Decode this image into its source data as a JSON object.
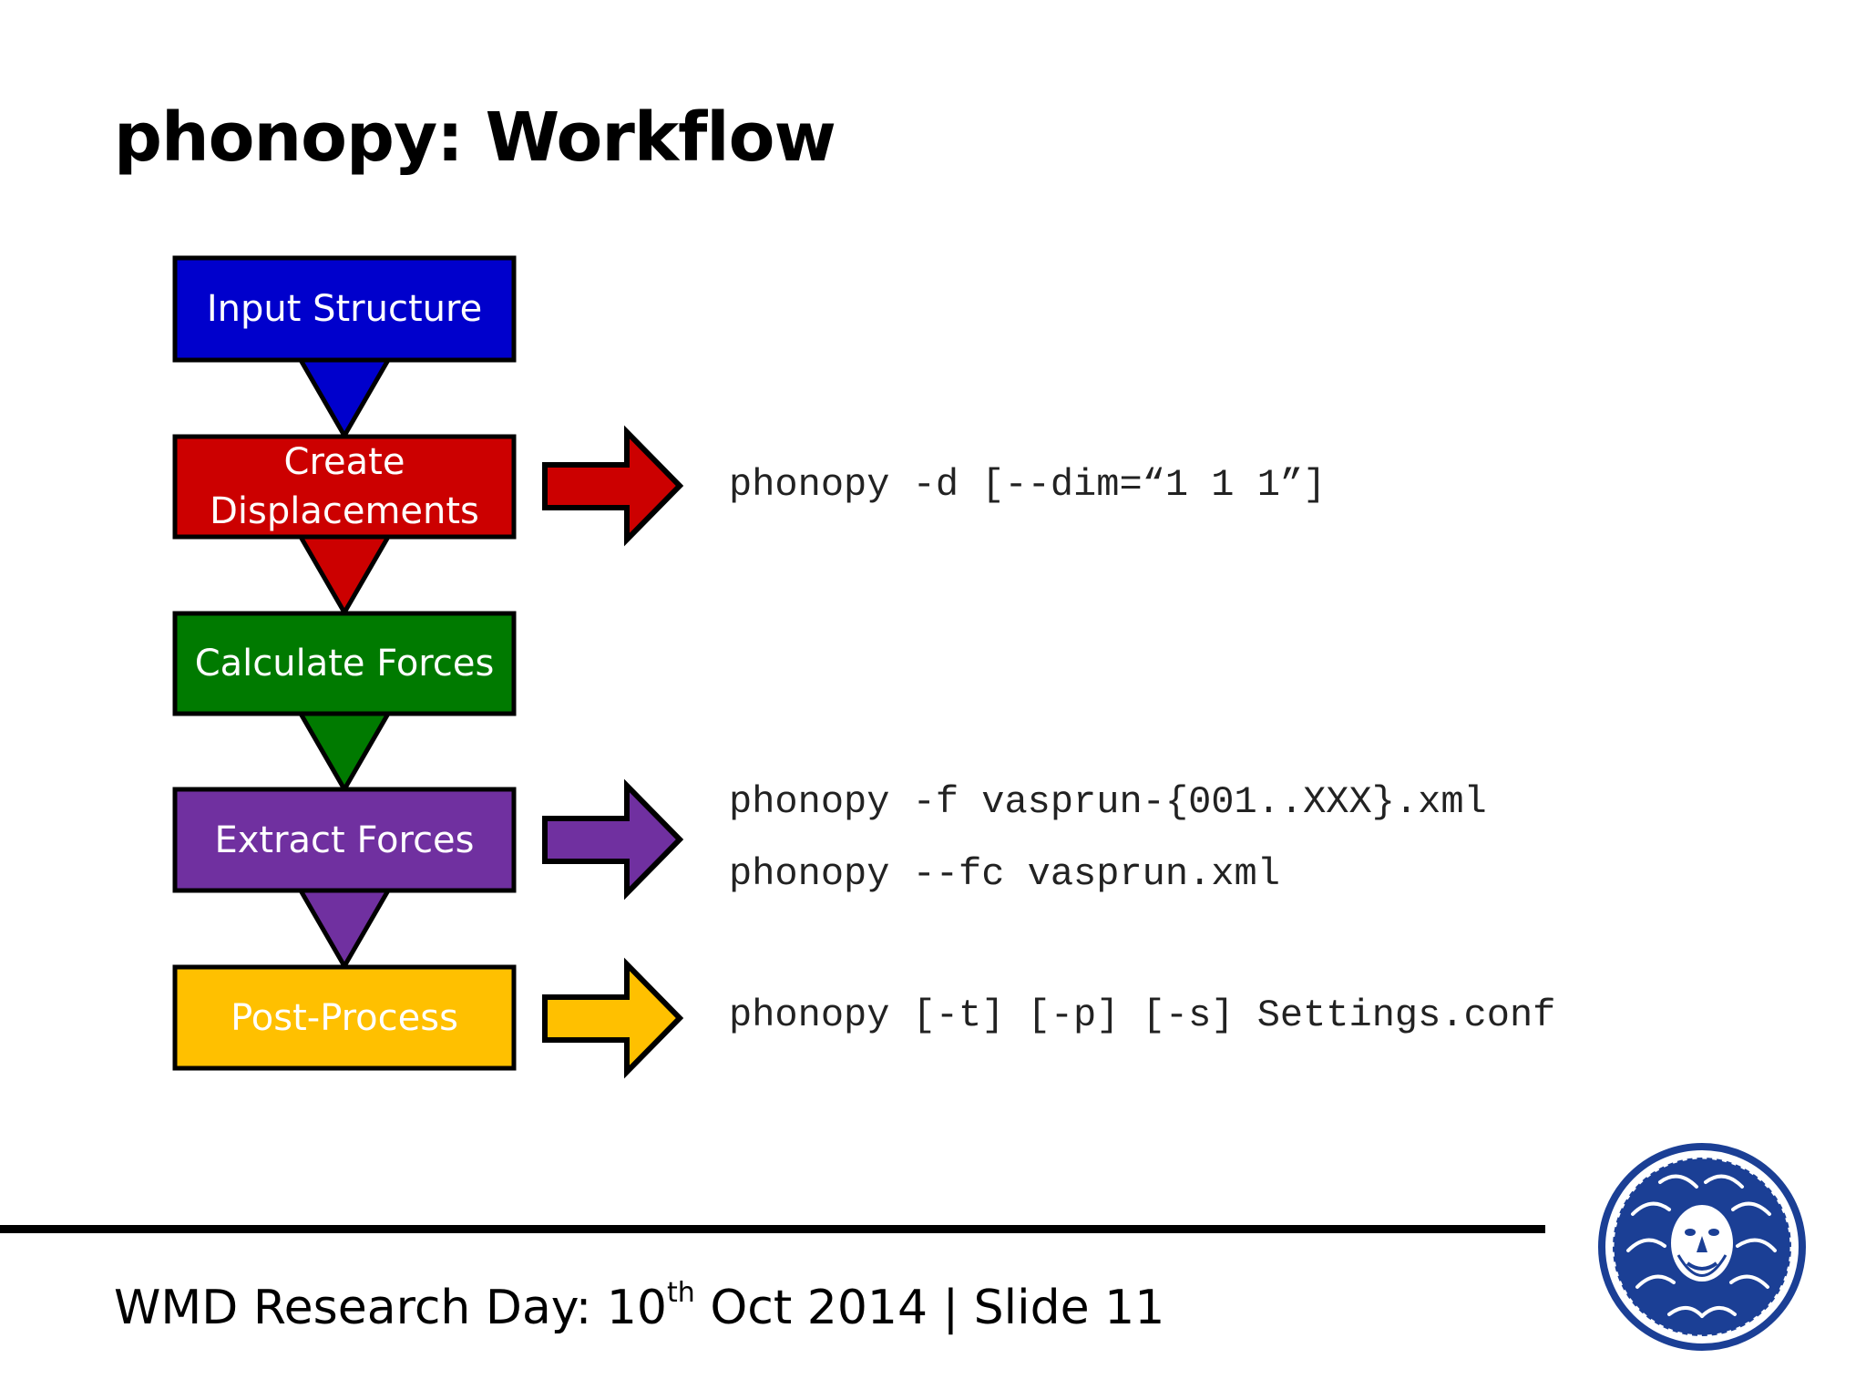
{
  "title": "phonopy: Workflow",
  "steps": [
    {
      "label_lines": [
        "Input Structure"
      ],
      "color": "#0000CC"
    },
    {
      "label_lines": [
        "Create",
        "Displacements"
      ],
      "color": "#CC0000"
    },
    {
      "label_lines": [
        "Calculate Forces"
      ],
      "color": "#007A00"
    },
    {
      "label_lines": [
        "Extract Forces"
      ],
      "color": "#7030A0"
    },
    {
      "label_lines": [
        "Post-Process"
      ],
      "color": "#FFC000"
    }
  ],
  "commands": {
    "create": "phonopy -d [--dim=“1 1 1”]",
    "extract_1": "phonopy -f vasprun-{001..XXX}.xml",
    "extract_2": "phonopy --fc vasprun.xml",
    "post": "phonopy [-t] [-p] [-s] Settings.conf"
  },
  "footer": {
    "prefix": "WMD Research Day: 10",
    "sup": "th",
    "suffix": " Oct 2014 | Slide 11"
  },
  "logo": {
    "icon": "university-seal-icon",
    "color": "#1B3F95"
  }
}
